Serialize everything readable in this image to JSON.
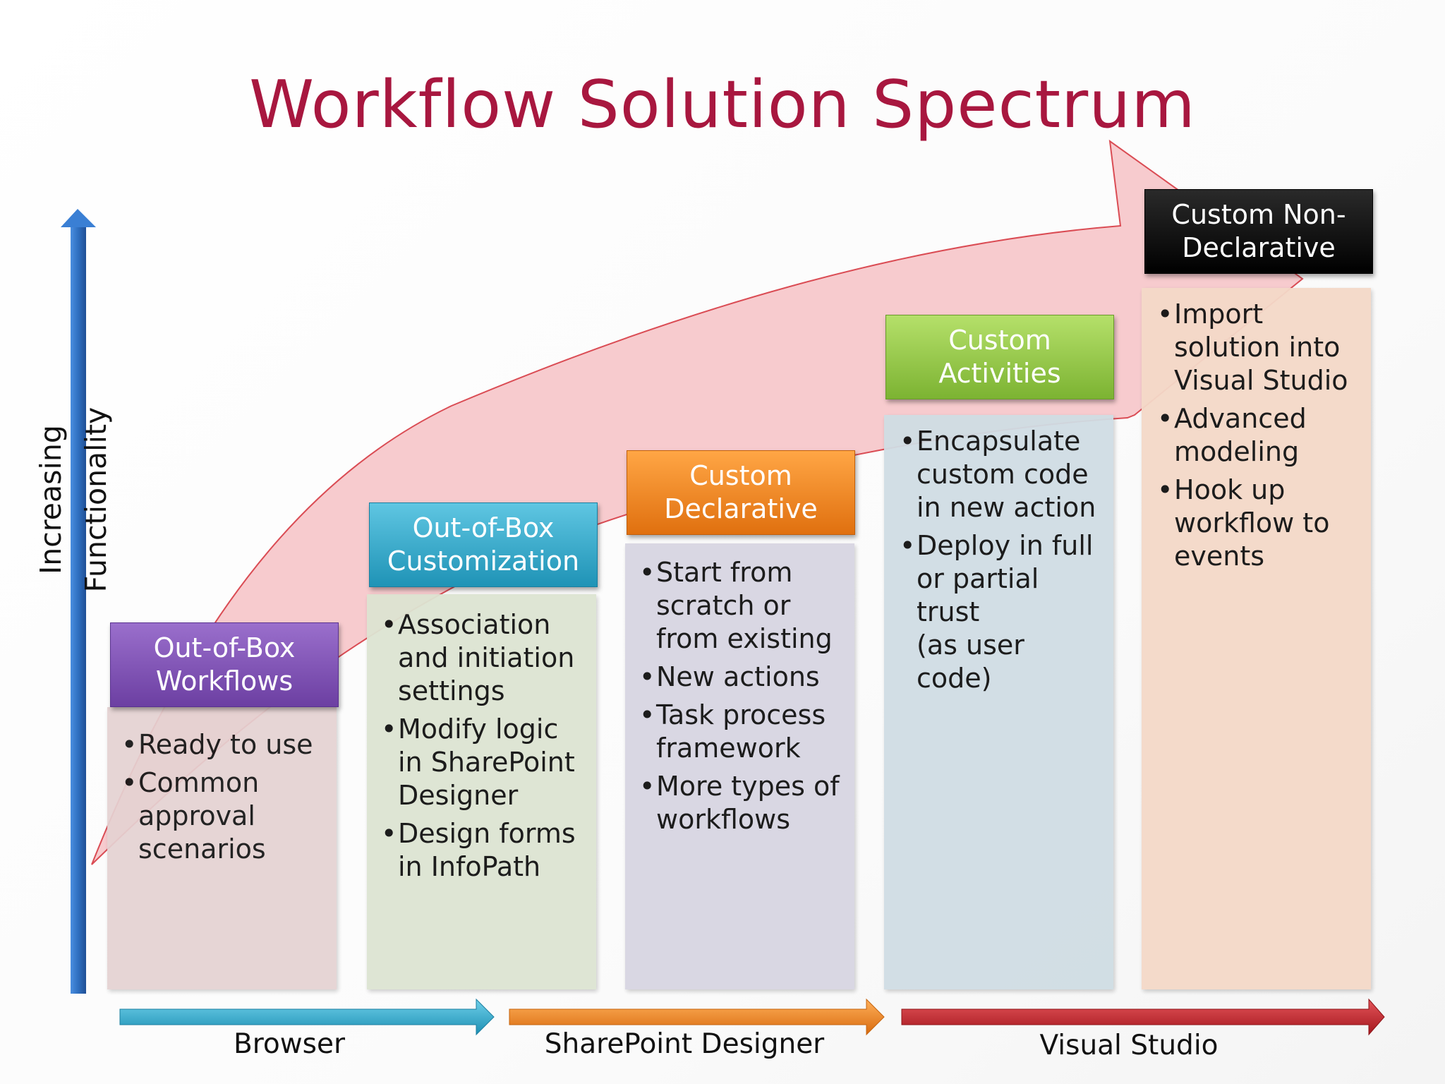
{
  "title": "Workflow Solution Spectrum",
  "y_axis_label": "Increasing Functionality",
  "columns": [
    {
      "header": "Out-of-Box\nWorkflows",
      "color": "#7c4fb0",
      "body_color": "#e5d2d2",
      "bullets": [
        "Ready to use",
        "Common\napproval\nscenarios"
      ]
    },
    {
      "header": "Out-of-Box\nCustomization",
      "color": "#2fa6c6",
      "body_color": "#dde4d2",
      "bullets": [
        "Association\nand initiation\nsettings",
        "Modify logic\nin SharePoint\nDesigner",
        "Design forms\nin InfoPath"
      ]
    },
    {
      "header": "Custom\nDeclarative",
      "color": "#ee8222",
      "body_color": "#d8d6e2",
      "bullets": [
        "Start from\nscratch or\nfrom existing",
        "New actions",
        "Task process\nframework",
        "More types of\nworkflows"
      ]
    },
    {
      "header": "Custom\nActivities",
      "color": "#90c540",
      "body_color": "#d0dde4",
      "bullets": [
        "Encapsulate\ncustom code\nin new action",
        "Deploy in full\nor partial trust\n(as user code)"
      ]
    },
    {
      "header": "Custom Non-\nDeclarative",
      "color": "#0a0a0a",
      "body_color": "#f4d9c8",
      "bullets": [
        "Import\nsolution into\nVisual Studio",
        "Advanced\nmodeling",
        "Hook up\nworkflow to\nevents"
      ]
    }
  ],
  "tools": [
    {
      "label": "Browser",
      "color": "#2aa9c9"
    },
    {
      "label": "SharePoint Designer",
      "color": "#f08a1e"
    },
    {
      "label": "Visual Studio",
      "color": "#c0262e"
    }
  ],
  "colors": {
    "title": "#a8173f",
    "y_axis_arrow": "#2f6fc0",
    "curve_arrow": "#f7c9cc"
  }
}
